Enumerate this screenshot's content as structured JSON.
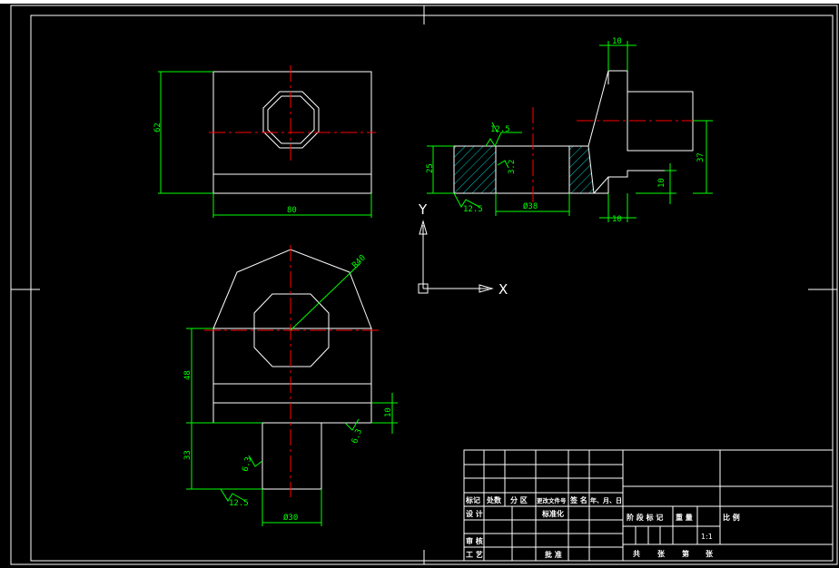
{
  "colors": {
    "background": "#000000",
    "outline": "#ffffff",
    "dimension": "#00ff00",
    "centerline": "#ff0000",
    "hatch": "#00cccc"
  },
  "front_view": {
    "dim_height": "62",
    "dim_width": "80"
  },
  "side_view": {
    "dim_top_width": "10",
    "dim_right_height": "37",
    "dim_left_height": "25",
    "dim_small_height": "10",
    "dim_bottom_width": "10",
    "dim_diameter": "Ø38",
    "roughness_top": "12.5",
    "roughness_bottom": "12.5",
    "roughness_inner": "3.2"
  },
  "top_view": {
    "dim_radius": "R40",
    "dim_height_48": "48",
    "dim_height_10": "10",
    "dim_height_33": "33",
    "dim_diameter_30": "Ø30",
    "roughness_right": "6.3",
    "roughness_left": "6.3",
    "roughness_bottom": "12.5"
  },
  "ucs": {
    "y_label": "Y",
    "x_label": "X"
  },
  "title_block": {
    "row_headers": [
      "标记",
      "处数",
      "分 区",
      "更改文件号",
      "签 名",
      "年、月、日"
    ],
    "design": "设 计",
    "standardization": "标准化",
    "review": "审 核",
    "process": "工 艺",
    "approve": "批 准",
    "stage_mark": "阶 段 标 记",
    "weight": "重 量",
    "scale": "比 例",
    "scale_value": "1:1",
    "total": "共",
    "sheets": "张",
    "page": "第",
    "page_sheets": "张"
  }
}
